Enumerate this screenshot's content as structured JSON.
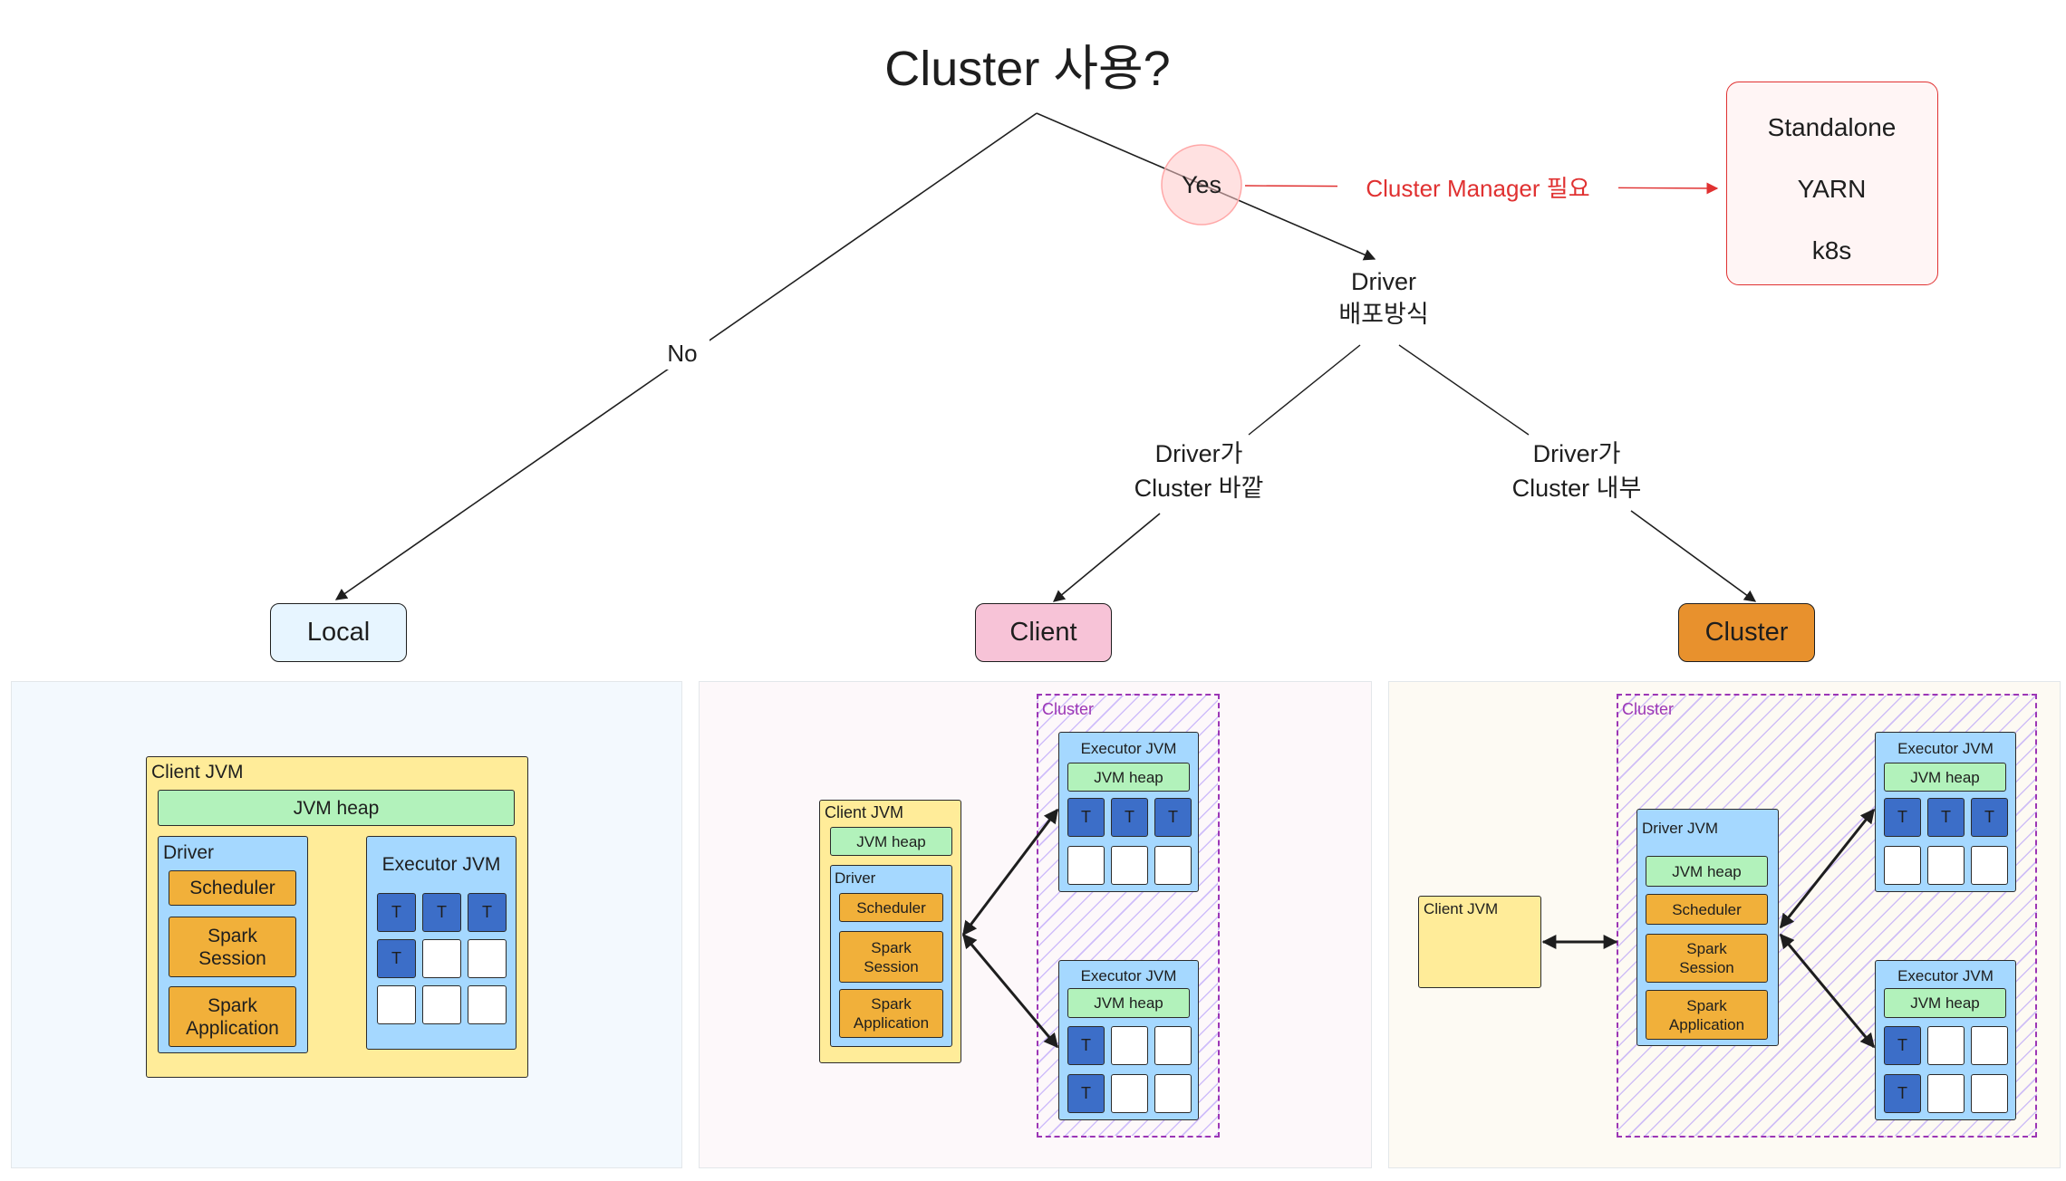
{
  "title": "Cluster 사용?",
  "decision": {
    "no_label": "No",
    "yes_label": "Yes",
    "cluster_manager_label": "Cluster Manager 필요",
    "cluster_managers": [
      "Standalone",
      "YARN",
      "k8s"
    ],
    "driver_deploy_label": "Driver\n배포방식",
    "driver_outside_label": "Driver가\nCluster 바깥",
    "driver_inside_label": "Driver가\nCluster 내부"
  },
  "modes": {
    "local": "Local",
    "client": "Client",
    "cluster": "Cluster"
  },
  "panels": {
    "local": {
      "client_jvm": "Client JVM",
      "jvm_heap": "JVM heap",
      "driver": {
        "title": "Driver",
        "components": [
          "Scheduler",
          "Spark\nSession",
          "Spark\nApplication"
        ]
      },
      "executor": {
        "title": "Executor JVM",
        "slots": [
          "T",
          "T",
          "T",
          "T",
          "",
          "",
          "",
          "",
          ""
        ]
      }
    },
    "client": {
      "cluster_label": "Cluster",
      "client_jvm": "Client JVM",
      "jvm_heap": "JVM heap",
      "driver": {
        "title": "Driver",
        "components": [
          "Scheduler",
          "Spark\nSession",
          "Spark\nApplication"
        ]
      },
      "executors": [
        {
          "title": "Executor JVM",
          "jvm_heap": "JVM heap",
          "slots": [
            "T",
            "T",
            "T",
            "",
            "",
            ""
          ]
        },
        {
          "title": "Executor JVM",
          "jvm_heap": "JVM heap",
          "slots": [
            "T",
            "",
            "",
            "T",
            "",
            ""
          ]
        }
      ]
    },
    "cluster": {
      "cluster_label": "Cluster",
      "client_jvm": "Client JVM",
      "driver_jvm": {
        "title": "Driver JVM",
        "jvm_heap": "JVM heap",
        "components": [
          "Scheduler",
          "Spark\nSession",
          "Spark\nApplication"
        ]
      },
      "executors": [
        {
          "title": "Executor JVM",
          "jvm_heap": "JVM heap",
          "slots": [
            "T",
            "T",
            "T",
            "",
            "",
            ""
          ]
        },
        {
          "title": "Executor JVM",
          "jvm_heap": "JVM heap",
          "slots": [
            "T",
            "",
            "",
            "T",
            "",
            ""
          ]
        }
      ]
    }
  },
  "colors": {
    "line": "#1e1e1e",
    "red": "#e03131",
    "red-bg": "#fff5f5",
    "yes-fill": "#ffc9c9",
    "local-mode": "#e7f5ff",
    "client-mode": "#f7c3d7",
    "cluster-mode": "#e8912d",
    "jvm-yellow": "#ffec99",
    "heap-green": "#b2f2bb",
    "container-blue": "#a5d8ff",
    "component-orange": "#f1b03a",
    "task-blue": "#3c6ec8",
    "purple": "#9c36b5",
    "panel-local": "#f3f9fe",
    "panel-client": "#fdf8fa",
    "panel-cluster": "#fdfaf3"
  }
}
